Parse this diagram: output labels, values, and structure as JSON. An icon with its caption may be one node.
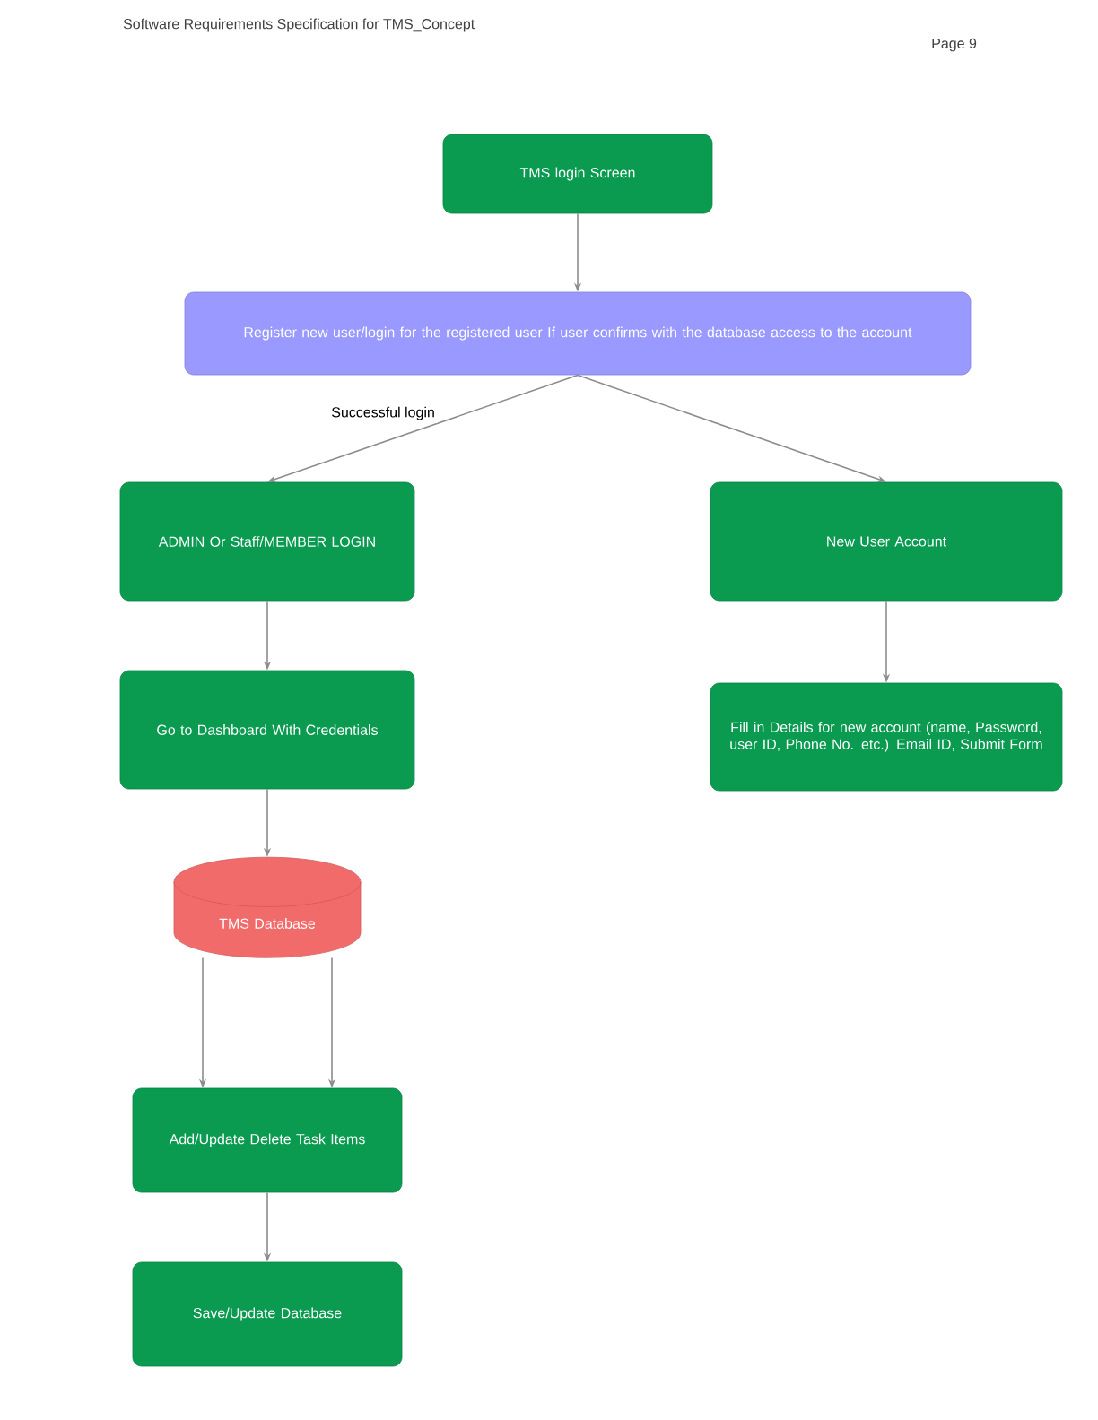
{
  "diagram": {
    "title": "Software Requirements Specification for TMS_Concept",
    "nodes": [
      {
        "text": [
          "TMS login Screen"
        ]
      },
      {
        "text": [
          "Register new user/login for the registered user If user confirms with the database access to the account"
        ]
      },
      {
        "text": [
          "ADMIN Or Staff/MEMBER LOGIN"
        ]
      },
      {
        "text": [
          "New User Account"
        ]
      },
      {
        "text": [
          "Go to Dashboard With Credentials"
        ]
      },
      {
        "text": [
          "Fill in Details for new account (name, Password, user ID, Phone No. etc.) Email ID, Submit Form"
        ]
      },
      {
        "text": [
          "TMS Database"
        ]
      },
      {
        "text": [
          "Add/Update Delete Task Items"
        ]
      },
      {
        "text": [
          "Save/Update Database"
        ]
      }
    ],
    "edges": [
      {
        "from": 0,
        "to": 1,
        "arrow": "to"
      },
      {
        "from": 1,
        "to": 2,
        "arrow": "to",
        "label": "Successful login"
      },
      {
        "from": 1,
        "to": 3,
        "arrow": "to"
      },
      {
        "from": 2,
        "to": 4,
        "arrow": "to"
      },
      {
        "from": 3,
        "to": 5,
        "arrow": "to"
      },
      {
        "from": 4,
        "to": 6,
        "arrow": "to"
      },
      {
        "from": 6,
        "to": 7,
        "arrow": "to"
      },
      {
        "from": 6,
        "to": 7,
        "arrow": "to"
      },
      {
        "from": 7,
        "to": 8,
        "arrow": "to"
      }
    ],
    "labels": [
      "Page 9"
    ]
  }
}
